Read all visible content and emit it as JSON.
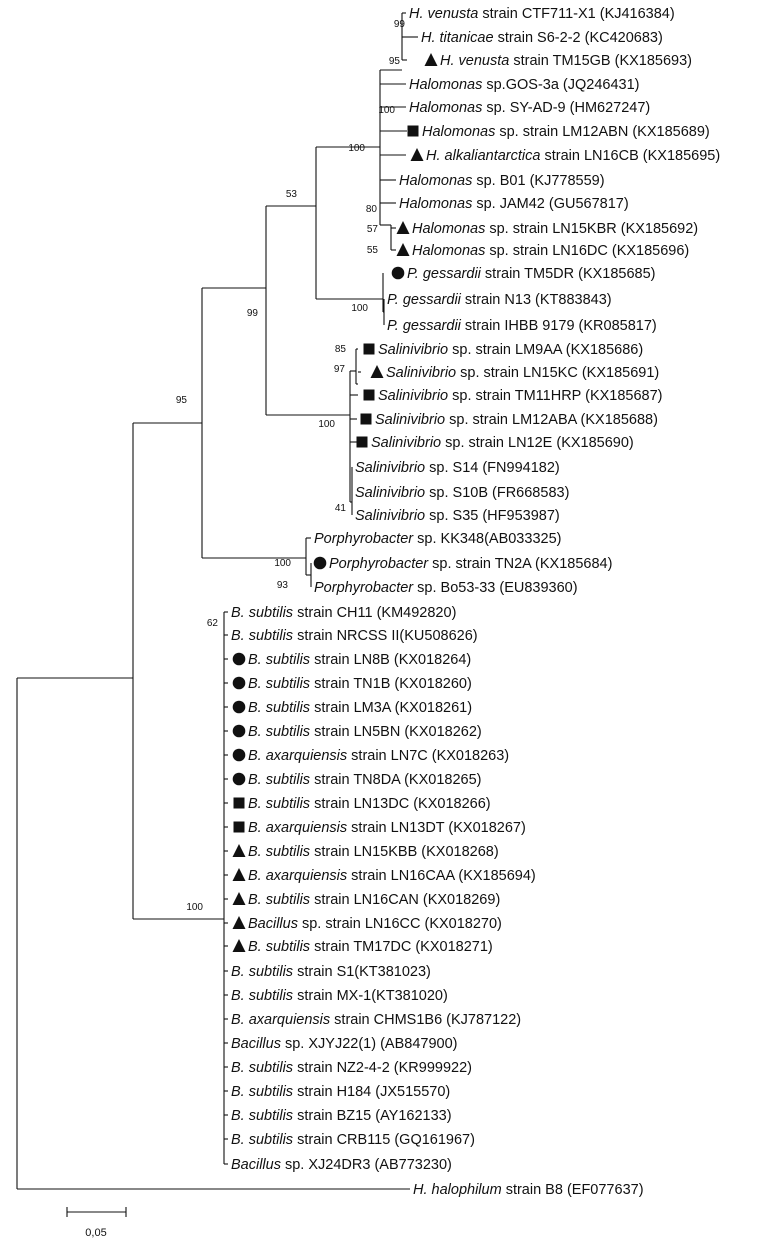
{
  "colors": {
    "line": "#111111",
    "background": "#ffffff"
  },
  "markers": {
    "circle": "filled-circle",
    "square": "filled-square",
    "triangle": "filled-triangle"
  },
  "scale_bar_label": "0,05",
  "taxa": [
    {
      "genus": "H. venusta",
      "rest": " strain CTF711-X1 (KJ416384)",
      "marker": "none"
    },
    {
      "genus": "H. titanicae",
      "rest": " strain S6-2-2 (KC420683)",
      "marker": "none"
    },
    {
      "genus": "H. venusta",
      "rest": " strain TM15GB (KX185693)",
      "marker": "triangle"
    },
    {
      "genus": "Halomonas",
      "rest": " sp.GOS-3a (JQ246431)",
      "marker": "none"
    },
    {
      "genus": "Halomonas",
      "rest": " sp. SY-AD-9 (HM627247)",
      "marker": "none"
    },
    {
      "genus": "Halomonas",
      "rest": " sp. strain LM12ABN (KX185689)",
      "marker": "square"
    },
    {
      "genus": "H. alkaliantarctica",
      "rest": " strain LN16CB (KX185695)",
      "marker": "triangle"
    },
    {
      "genus": "Halomonas",
      "rest": " sp. B01 (KJ778559)",
      "marker": "none"
    },
    {
      "genus": "Halomonas",
      "rest": " sp. JAM42 (GU567817)",
      "marker": "none"
    },
    {
      "genus": "Halomonas",
      "rest": " sp. strain LN15KBR (KX185692)",
      "marker": "triangle"
    },
    {
      "genus": "Halomonas",
      "rest": " sp. strain LN16DC (KX185696)",
      "marker": "triangle"
    },
    {
      "genus": "P. gessardii",
      "rest": " strain TM5DR (KX185685)",
      "marker": "circle"
    },
    {
      "genus": "P. gessardii",
      "rest": " strain N13 (KT883843)",
      "marker": "none"
    },
    {
      "genus": "P. gessardii",
      "rest": " strain IHBB 9179 (KR085817)",
      "marker": "none"
    },
    {
      "genus": "Salinivibrio",
      "rest": " sp. strain LM9AA (KX185686)",
      "marker": "square"
    },
    {
      "genus": "Salinivibrio",
      "rest": " sp. strain LN15KC (KX185691)",
      "marker": "triangle"
    },
    {
      "genus": "Salinivibrio",
      "rest": " sp. strain TM11HRP (KX185687)",
      "marker": "square"
    },
    {
      "genus": "Salinivibrio",
      "rest": " sp. strain LM12ABA (KX185688)",
      "marker": "square"
    },
    {
      "genus": "Salinivibrio",
      "rest": " sp. strain LN12E (KX185690)",
      "marker": "square"
    },
    {
      "genus": "Salinivibrio",
      "rest": " sp. S14 (FN994182)",
      "marker": "none"
    },
    {
      "genus": "Salinivibrio",
      "rest": " sp. S10B (FR668583)",
      "marker": "none"
    },
    {
      "genus": "Salinivibrio",
      "rest": " sp. S35 (HF953987)",
      "marker": "none"
    },
    {
      "genus": "Porphyrobacter",
      "rest": " sp. KK348(AB033325)",
      "marker": "none"
    },
    {
      "genus": "Porphyrobacter",
      "rest": " sp. strain TN2A (KX185684)",
      "marker": "circle"
    },
    {
      "genus": "Porphyrobacter",
      "rest": " sp. Bo53-33 (EU839360)",
      "marker": "none"
    },
    {
      "genus": "B. subtilis",
      "rest": " strain CH11 (KM492820)",
      "marker": "none"
    },
    {
      "genus": "B. subtilis",
      "rest": " strain NRCSS II(KU508626)",
      "marker": "none"
    },
    {
      "genus": "B. subtilis",
      "rest": " strain LN8B (KX018264)",
      "marker": "circle"
    },
    {
      "genus": "B. subtilis",
      "rest": " strain TN1B (KX018260)",
      "marker": "circle"
    },
    {
      "genus": "B. subtilis",
      "rest": " strain LM3A (KX018261)",
      "marker": "circle"
    },
    {
      "genus": "B. subtilis",
      "rest": " strain LN5BN (KX018262)",
      "marker": "circle"
    },
    {
      "genus": "B. axarquiensis",
      "rest": " strain LN7C (KX018263)",
      "marker": "circle"
    },
    {
      "genus": "B. subtilis",
      "rest": " strain TN8DA (KX018265)",
      "marker": "circle"
    },
    {
      "genus": "B. subtilis",
      "rest": " strain LN13DC (KX018266)",
      "marker": "square"
    },
    {
      "genus": "B. axarquiensis",
      "rest": " strain LN13DT (KX018267)",
      "marker": "square"
    },
    {
      "genus": "B. subtilis",
      "rest": " strain LN15KBB (KX018268)",
      "marker": "triangle"
    },
    {
      "genus": "B. axarquiensis",
      "rest": " strain LN16CAA (KX185694)",
      "marker": "triangle"
    },
    {
      "genus": "B. subtilis",
      "rest": " strain LN16CAN (KX018269)",
      "marker": "triangle"
    },
    {
      "genus": "Bacillus",
      "rest": " sp. strain LN16CC (KX018270)",
      "marker": "triangle"
    },
    {
      "genus": "B. subtilis",
      "rest": " strain TM17DC (KX018271)",
      "marker": "triangle"
    },
    {
      "genus": "B. subtilis",
      "rest": " strain S1(KT381023)",
      "marker": "none"
    },
    {
      "genus": "B. subtilis",
      "rest": " strain MX-1(KT381020)",
      "marker": "none"
    },
    {
      "genus": "B. axarquiensis",
      "rest": " strain CHMS1B6 (KJ787122)",
      "marker": "none"
    },
    {
      "genus": "Bacillus",
      "rest": " sp. XJYJ22(1) (AB847900)",
      "marker": "none"
    },
    {
      "genus": "B. subtilis",
      "rest": " strain NZ2-4-2 (KR999922)",
      "marker": "none"
    },
    {
      "genus": "B. subtilis",
      "rest": " strain H184 (JX515570)",
      "marker": "none"
    },
    {
      "genus": "B. subtilis",
      "rest": " strain BZ15 (AY162133)",
      "marker": "none"
    },
    {
      "genus": "B. subtilis",
      "rest": " strain CRB115 (GQ161967)",
      "marker": "none"
    },
    {
      "genus": "Bacillus",
      "rest": " sp. XJ24DR3 (AB773230)",
      "marker": "none"
    },
    {
      "genus": "H. halophilum",
      "rest": "  strain B8 (EF077637)",
      "marker": "none"
    }
  ],
  "supports": [
    "99",
    "95",
    "100",
    "100",
    "80",
    "57",
    "55",
    "53",
    "100",
    "99",
    "85",
    "97",
    "100",
    "41",
    "95",
    "100",
    "93",
    "62",
    "100"
  ]
}
